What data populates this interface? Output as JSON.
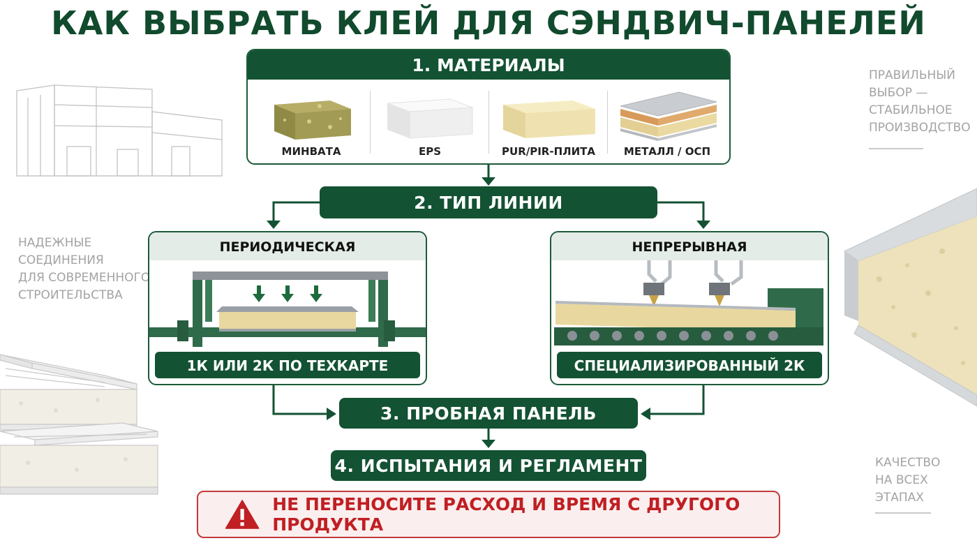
{
  "title": "КАК ВЫБРАТЬ КЛЕЙ ДЛЯ СЭНДВИЧ-ПАНЕЛЕЙ",
  "side_notes": {
    "top_right": [
      "ПРАВИЛЬНЫЙ",
      "ВЫБОР —",
      "СТАБИЛЬНОЕ",
      "ПРОИЗВОДСТВО"
    ],
    "left": [
      "НАДЕЖНЫЕ",
      "СОЕДИНЕНИЯ",
      "ДЛЯ СОВРЕМЕННОГО",
      "СТРОИТЕЛЬСТВА"
    ],
    "bottom_right": [
      "КАЧЕСТВО",
      "НА ВСЕХ",
      "ЭТАПАХ"
    ]
  },
  "step1": {
    "label": "1.  МАТЕРИАЛЫ",
    "materials": [
      {
        "label": "МИНВАТА",
        "icon": "mineral-wool-block-icon"
      },
      {
        "label": "EPS",
        "icon": "eps-foam-block-icon"
      },
      {
        "label": "PUR/PIR-ПЛИТА",
        "icon": "pur-pir-board-icon"
      },
      {
        "label": "МЕТАЛЛ / ОСП",
        "icon": "metal-osb-layers-icon"
      }
    ]
  },
  "step2": {
    "label": "2.  ТИП ЛИНИИ",
    "periodic": {
      "title": "ПЕРИОДИЧЕСКАЯ",
      "note": "1К ИЛИ 2К ПО ТЕХКАРТЕ",
      "icon": "press-machine-icon"
    },
    "continuous": {
      "title": "НЕПРЕРЫВНАЯ",
      "note": "СПЕЦИАЛИЗИРОВАННЫЙ 2К",
      "icon": "conveyor-line-icon"
    }
  },
  "step3": {
    "label": "3.  ПРОБНАЯ ПАНЕЛЬ"
  },
  "step4": {
    "label": "4.  ИСПЫТАНИЯ И РЕГЛАМЕНТ"
  },
  "warning": {
    "text": "НЕ ПЕРЕНОСИТЕ РАСХОД И ВРЕМЯ С ДРУГОГО ПРОДУКТА",
    "icon": "warning-triangle-icon"
  },
  "colors": {
    "brand_green": "#135233",
    "warning_red": "#c01f23"
  }
}
